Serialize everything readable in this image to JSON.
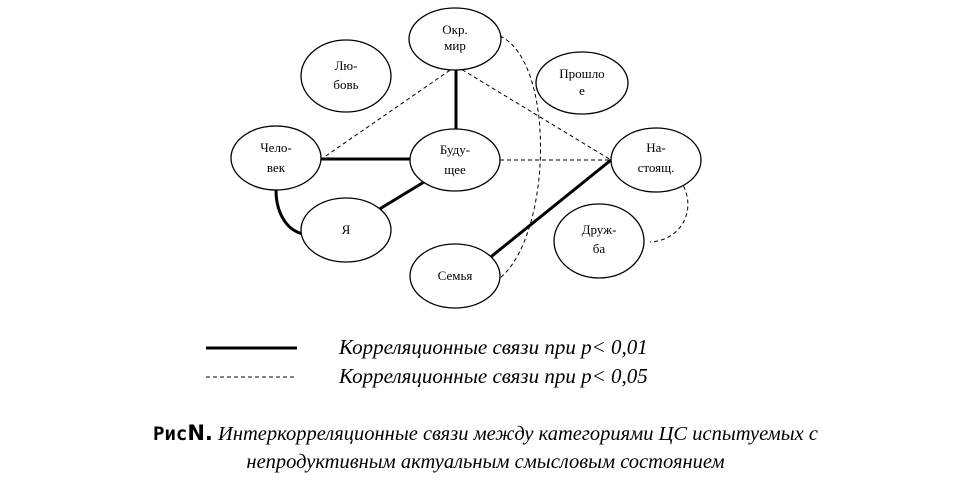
{
  "nodes": [
    {
      "id": "okr",
      "lines": [
        "Окр.",
        "мир"
      ]
    },
    {
      "id": "lyub",
      "lines": [
        "Лю-",
        "бовь"
      ]
    },
    {
      "id": "proshl",
      "lines": [
        "Прошло",
        "е"
      ]
    },
    {
      "id": "chel",
      "lines": [
        "Чело-",
        "век"
      ]
    },
    {
      "id": "bud",
      "lines": [
        "Буду-",
        "щее"
      ]
    },
    {
      "id": "nast",
      "lines": [
        "На-",
        "стоящ."
      ]
    },
    {
      "id": "ya",
      "lines": [
        "Я"
      ]
    },
    {
      "id": "druzh",
      "lines": [
        "Друж-",
        "ба"
      ]
    },
    {
      "id": "semya",
      "lines": [
        "Семья"
      ]
    }
  ],
  "edges": [
    {
      "from": "okr",
      "to": "bud",
      "type": "solid"
    },
    {
      "from": "chel",
      "to": "bud",
      "type": "solid"
    },
    {
      "from": "bud",
      "to": "ya",
      "type": "solid"
    },
    {
      "from": "chel",
      "to": "ya",
      "type": "solid"
    },
    {
      "from": "nast",
      "to": "semya",
      "type": "solid"
    },
    {
      "from": "chel",
      "to": "okr",
      "type": "dashed"
    },
    {
      "from": "okr",
      "to": "nast",
      "type": "dashed"
    },
    {
      "from": "bud",
      "to": "nast",
      "type": "dashed"
    },
    {
      "from": "okr",
      "to": "semya",
      "type": "dashed"
    },
    {
      "from": "nast",
      "to": "druzh",
      "type": "dashed"
    }
  ],
  "legend": {
    "solid": {
      "prefix": "Корреляционные связи при ",
      "p": "p",
      "rest": "< 0,01"
    },
    "dashed": {
      "prefix": "Корреляционные связи при ",
      "p": "p",
      "rest": "< 0,05"
    }
  },
  "caption": {
    "prefix": "Рис",
    "number": "N.",
    "line1": " Интеркорреляционные связи между категориями ЦС испытуемых с",
    "line2": "непродуктивным актуальным смысловым состоянием"
  }
}
